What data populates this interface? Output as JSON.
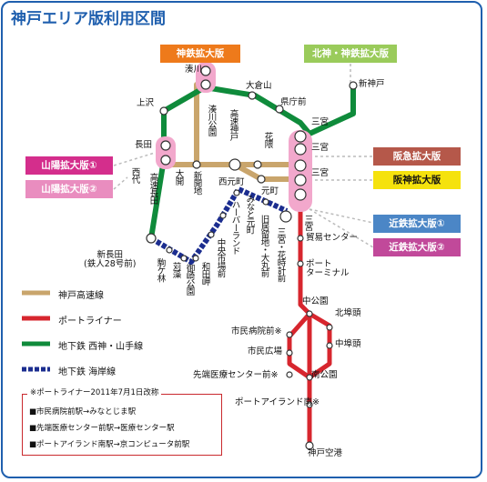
{
  "title": "神戸エリア版利用区間",
  "colors": {
    "kobe_kosoku": "#c9a56c",
    "port_liner": "#d7262e",
    "seishin_yamate": "#0f8b3b",
    "kaigan": "#1b2d8f",
    "transfer": "#f2a8cc"
  },
  "boxes": {
    "kobe_ext": "神鉄拡大版",
    "hokushin_ext": "北神・神鉄拡大版",
    "sanyo_ext1": "山陽拡大版①",
    "sanyo_ext2": "山陽拡大版②",
    "hankyu_ext": "阪急拡大版",
    "hanshin_ext": "阪神拡大版",
    "kintetsu_ext1": "近鉄拡大版①",
    "kintetsu_ext2": "近鉄拡大版②"
  },
  "stations": {
    "minatogawa": "湊川",
    "minatogawa_koen": "湊川公園",
    "okurayama": "大倉山",
    "kenchomae": "県庁前",
    "shinkobe": "新神戸",
    "kamisawa": "上沢",
    "nagata": "長田",
    "kosoku_nagata": "高速長田",
    "nishidai": "西代",
    "daikai": "大開",
    "shinkaichi": "新開地",
    "kosoku_kobe": "高速神戸",
    "hanakuma": "花隈",
    "nishimotomachi": "西元町",
    "motomachi": "元町",
    "sannomiya1": "三宮",
    "sannomiya2": "三宮",
    "sannomiya3": "三宮",
    "sannomiya_port": "三宮",
    "shinnagata": "新長田\n(鉄人28号前)",
    "komagabayashi": "駒ケ林",
    "karumo": "苅藻",
    "misaki_koen": "御崎公園",
    "wadamisaki": "和田岬",
    "chuo_ichibamae": "中央市場前",
    "harborland": "ハーバーランド",
    "minato_motomachi": "みなと元町",
    "kyu_kyoryuchi": "旧居留地・大丸前",
    "sannomiya_hanadokei": "三宮・花時計前",
    "boeki_center": "貿易センター",
    "port_terminal": "ポート\nターミナル",
    "naka_koen": "中公園",
    "kita_futo": "北埠頭",
    "shimin_byoin": "市民病院前※",
    "naka_futo": "中埠頭",
    "shimin_hiroba": "市民広場",
    "minami_koen": "南公園",
    "sentan_iryo": "先端医療センター前※",
    "port_island_minami": "ポートアイランド南※",
    "kobe_airport": "神戸空港"
  },
  "legend": {
    "kobe_kosoku": "神戸高速線",
    "port_liner": "ポートライナー",
    "seishin_yamate": "地下鉄 西神・山手線",
    "kaigan": "地下鉄 海岸線"
  },
  "note": {
    "title": "※ポートライナー2011年7月1日改称",
    "items": [
      "■市民病院前駅→みなとじま駅",
      "■先端医療センター前駅→医療センター駅",
      "■ポートアイランド南駅→京コンピュータ前駅"
    ]
  }
}
